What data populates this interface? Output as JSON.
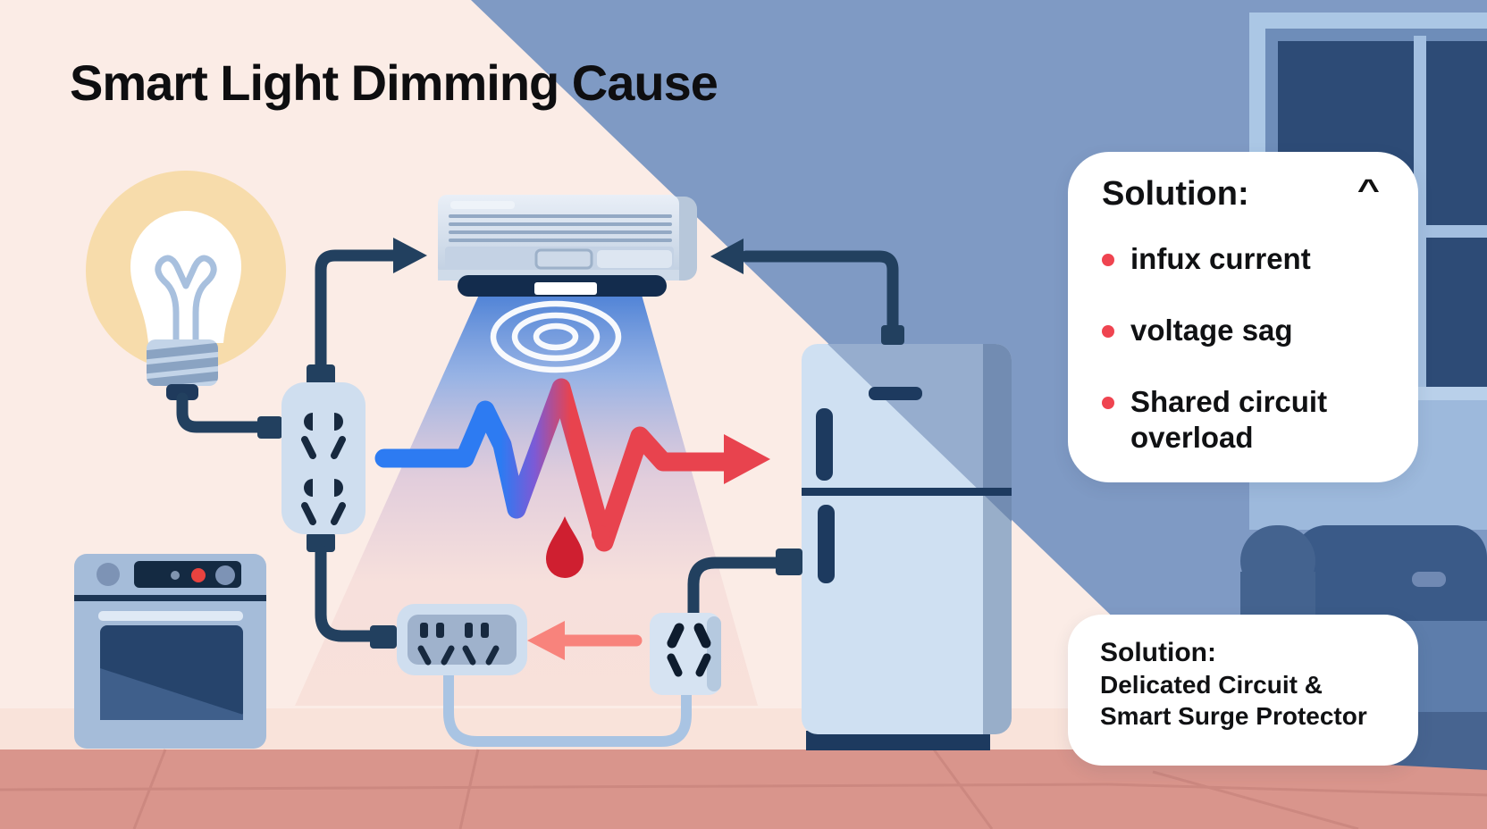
{
  "title": "Smart Light Dimming Cause",
  "causes_box": {
    "heading": "Solution:",
    "collapse_icon": "^",
    "bullets": [
      "infux current",
      "voltage sag",
      "Shared circuit overload"
    ]
  },
  "remedy_box": {
    "heading": "Solution:",
    "lines": [
      "Delicated Circuit &",
      "Smart Surge Protector"
    ]
  },
  "scene": {
    "objects": [
      "light-bulb",
      "power-strip-vertical",
      "air-conditioner",
      "airflow-cone",
      "voltage-waveform",
      "refrigerator",
      "oven",
      "power-strip-horizontal",
      "wall-socket",
      "red-droplet",
      "window",
      "sofa",
      "tiled-floor"
    ],
    "colors": {
      "wall_pink": "#fbece6",
      "wall_blue": "#7f9ac4",
      "floor_salmon": "#d9958c",
      "floor_band": "#f9e3da",
      "wire_navy": "#22405f",
      "wave_blue": "#2d7bf2",
      "wave_red": "#e8434e",
      "arrow_red": "#f8837c",
      "bullet_red": "#ef4450",
      "glow_yellow": "#f7dcab",
      "appliance_blue": "#cfe0f2",
      "window_pane": "#2d4b76",
      "card_bg": "#ffffff"
    }
  }
}
